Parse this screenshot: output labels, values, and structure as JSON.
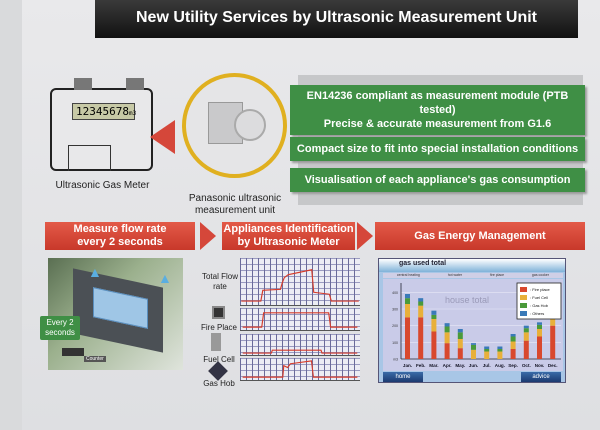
{
  "title": "New Utility Services by Ultrasonic Measurement Unit",
  "meter": {
    "display": "12345678",
    "unit": "m3",
    "label": "Ultrasonic Gas Meter"
  },
  "unit_label": "Panasonic ultrasonic measurement unit",
  "features": [
    "EN14236 compliant as measurement module (PTB tested)",
    "Precise & accurate measurement from G1.6",
    "Compact size to fit into special installation conditions",
    "Visualisation of each appliance's gas consumption"
  ],
  "steps": [
    "Measure flow rate every 2 seconds",
    "Appliances Identification by Ultrasonic Meter",
    "Gas Energy Management"
  ],
  "sensor": {
    "badge": "Every 2 seconds",
    "counter": "Counter"
  },
  "flows": [
    "Total Flow rate",
    "Fire Place",
    "Fuel Cell",
    "Gas Hob"
  ],
  "screen": {
    "header": "gas used total",
    "watermark": "house total",
    "top_legend": [
      "central heating",
      "hot water",
      "fire place",
      "gas cooker"
    ],
    "home": "home",
    "advice": "advice"
  },
  "chart_data": {
    "type": "bar",
    "stacked": true,
    "title": "gas used total",
    "categories": [
      "Jan.",
      "Feb.",
      "Mar.",
      "Apr.",
      "May.",
      "Jun.",
      "Jul.",
      "Aug.",
      "Sep.",
      "Oct.",
      "Nov.",
      "Dec."
    ],
    "yticks": [
      "400",
      "300",
      "200",
      "100",
      "m3"
    ],
    "ylim": [
      0,
      450
    ],
    "series": [
      {
        "name": "Fire place",
        "color": "#d8482e",
        "values": [
          250,
          250,
          165,
          95,
          65,
          0,
          0,
          0,
          60,
          110,
          135,
          200
        ]
      },
      {
        "name": "Fuel Cell",
        "color": "#e8b03a",
        "values": [
          80,
          70,
          75,
          65,
          55,
          55,
          45,
          45,
          45,
          50,
          45,
          45
        ]
      },
      {
        "name": "Gas Hob",
        "color": "#4a9a3a",
        "values": [
          35,
          25,
          25,
          35,
          40,
          30,
          15,
          15,
          30,
          25,
          25,
          25
        ]
      },
      {
        "name": "Others",
        "color": "#3a7ab8",
        "values": [
          25,
          20,
          25,
          20,
          20,
          10,
          15,
          15,
          15,
          15,
          15,
          20
        ]
      }
    ],
    "legend": "top-right"
  },
  "colors": {
    "green": "#3f8f45",
    "red": "#d5473a",
    "gold": "#e0b020"
  }
}
